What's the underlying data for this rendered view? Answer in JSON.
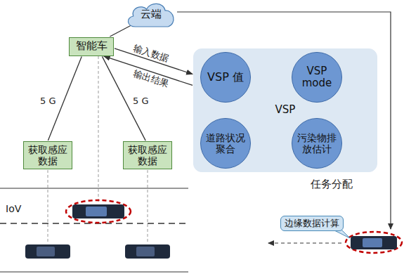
{
  "diagram": {
    "nodes": [
      {
        "text": [
          "云端"
        ]
      },
      {
        "text": [
          "智能车"
        ]
      },
      {
        "text": [
          "获取感应数据"
        ]
      },
      {
        "text": [
          "获取感应数据"
        ]
      },
      {
        "text": [
          "VSP"
        ]
      },
      {
        "text": [
          "VSP 值"
        ],
        "in": 4
      },
      {
        "text": [
          "VSP mode"
        ],
        "in": 4
      },
      {
        "text": [
          "污染物排放估计"
        ],
        "in": 4
      },
      {
        "text": [
          "道路状况聚合"
        ],
        "in": 4
      },
      {
        "text": [
          "边缘数据计算"
        ]
      }
    ],
    "edges": [
      {
        "from": 0,
        "to": 1,
        "arrow": "none"
      },
      {
        "from": 1,
        "to": 2,
        "label": "5 G",
        "arrow": "none"
      },
      {
        "from": 1,
        "to": 3,
        "label": "5 G",
        "arrow": "none"
      },
      {
        "from": 1,
        "to": 4,
        "label": "输入数据",
        "arrow": "to"
      },
      {
        "from": 4,
        "to": 1,
        "label": "输出结果",
        "arrow": "to"
      },
      {
        "from": 5,
        "to": 6,
        "arrow": "to"
      },
      {
        "from": 6,
        "to": 7,
        "arrow": "to"
      },
      {
        "from": 7,
        "to": 8,
        "arrow": "to"
      },
      {
        "from": 8,
        "to": 5,
        "arrow": "to"
      }
    ],
    "labels": [
      "IoV",
      "任务分配"
    ]
  }
}
